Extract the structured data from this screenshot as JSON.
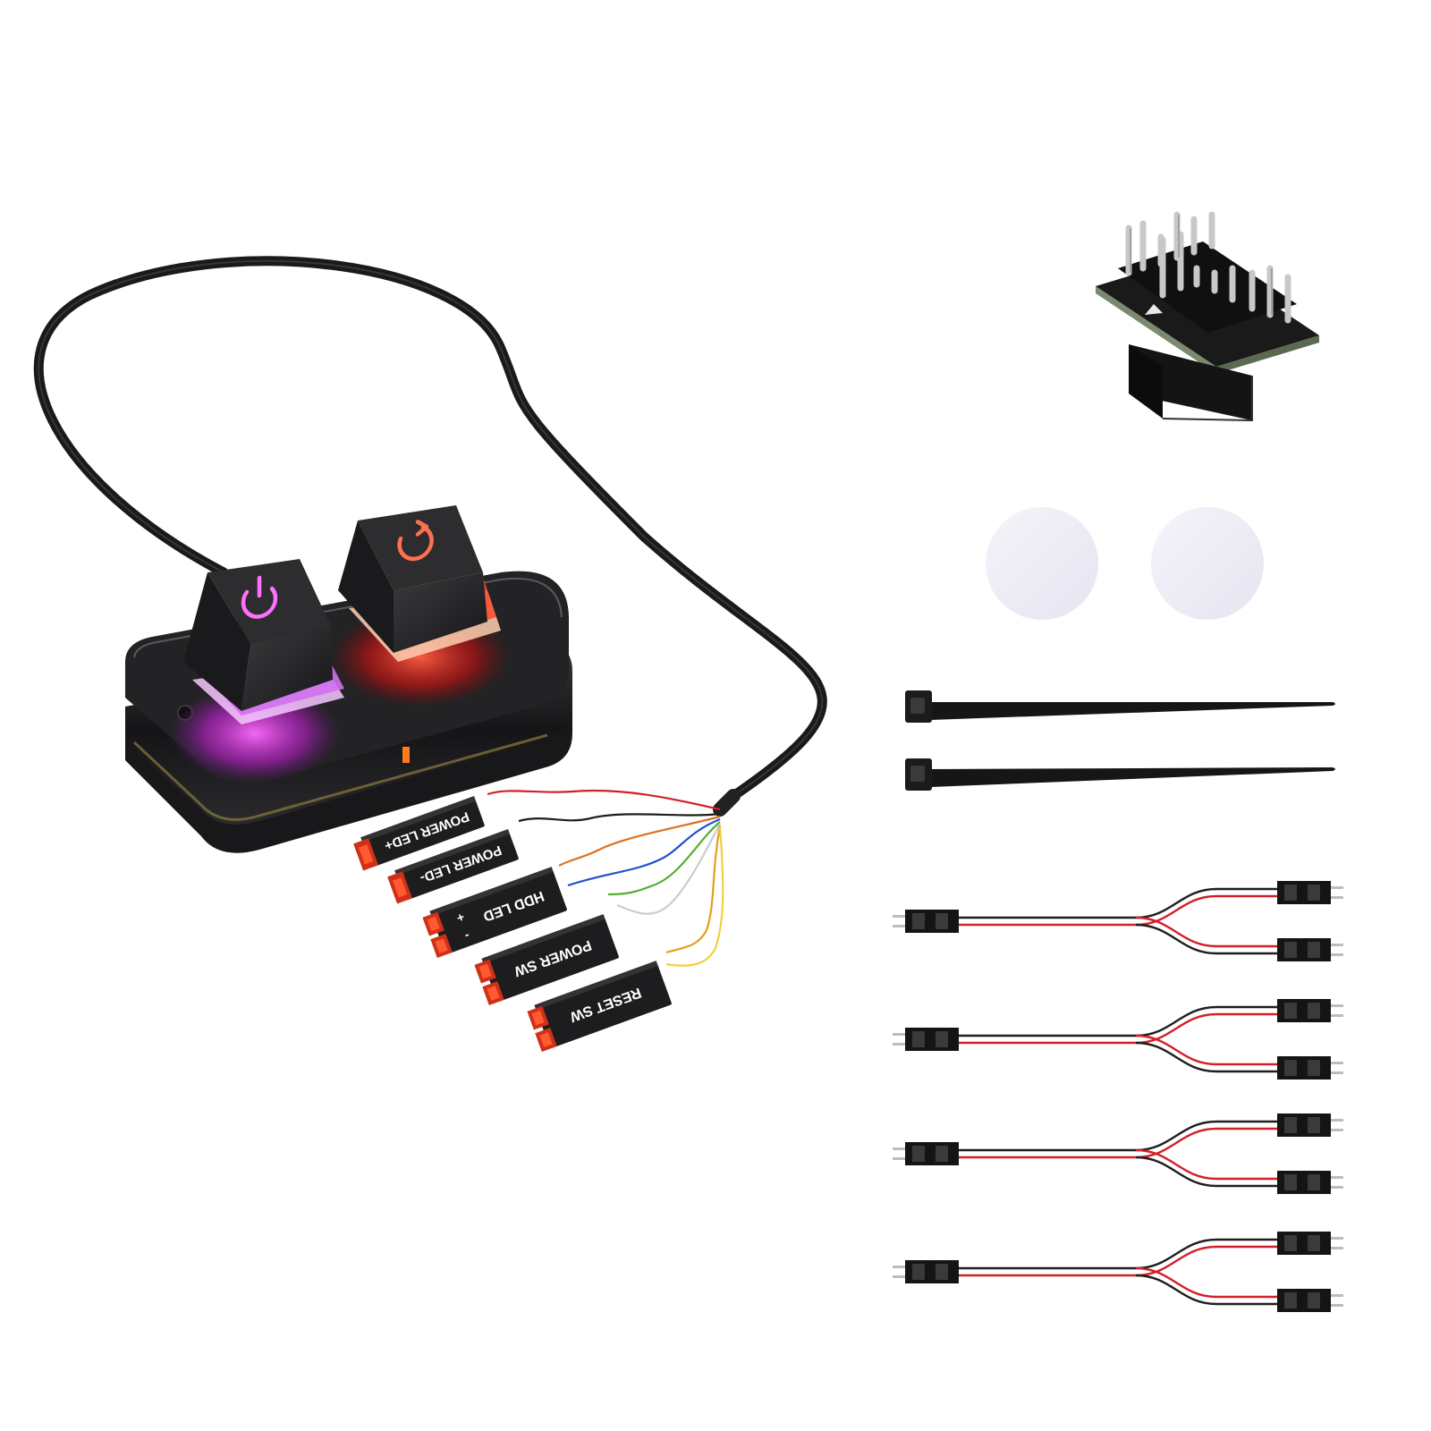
{
  "connectors": [
    {
      "label": "POWER LED+"
    },
    {
      "label": "POWER LED-"
    },
    {
      "label": "HDD LED"
    },
    {
      "label": "POWER SW"
    },
    {
      "label": "RESET SW"
    }
  ],
  "hdd_polarity": {
    "plus": "+",
    "minus": "-"
  },
  "icons": {
    "power_key": "power-icon",
    "reset_key": "reset-icon"
  },
  "colors": {
    "power_glow": "#e040ff",
    "reset_glow": "#ff3020",
    "case": "#1c1c1e",
    "wire_red": "#d2202a",
    "wire_black": "#1e1e1e"
  }
}
